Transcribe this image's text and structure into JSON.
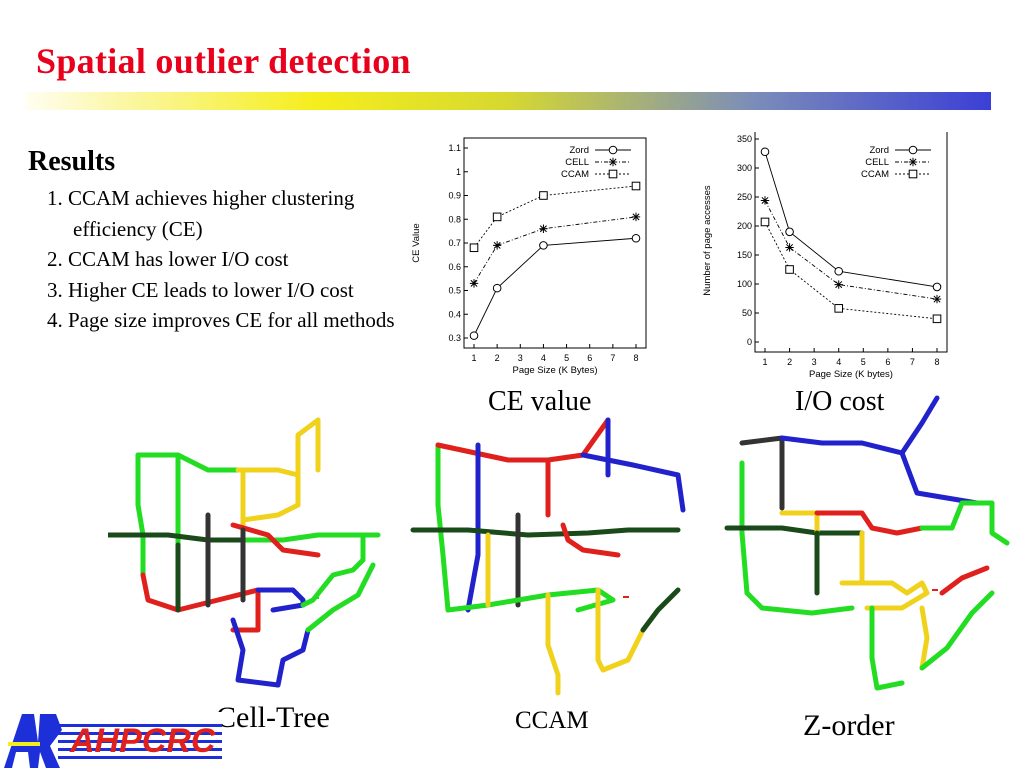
{
  "slide": {
    "title": "Spatial outlier detection",
    "results_heading": "Results",
    "results": [
      "1. CCAM achieves higher clustering efficiency (CE)",
      "2. CCAM has lower I/O cost",
      "3. Higher CE leads to lower I/O cost",
      "4. Page size improves CE for all methods"
    ],
    "captions": {
      "ce": "CE value",
      "io": "I/O cost",
      "cell_tree": "Cell-Tree",
      "ccam": "CCAM",
      "z_order": "Z-order"
    },
    "logo_text": "AHPCRC",
    "colors": {
      "title": "#e8001c",
      "green": "#22dd22",
      "yellow": "#f0d21c",
      "red": "#e0201c",
      "blue": "#2222cc",
      "black": "#333333",
      "logo_blue": "#1d2fd8"
    }
  },
  "chart_data": [
    {
      "type": "line",
      "xlabel": "Page Size (K Bytes)",
      "ylabel": "CE Value",
      "xlim": [
        1,
        8
      ],
      "ylim": [
        0.3,
        1.1
      ],
      "xticks": [
        1,
        2,
        3,
        4,
        5,
        6,
        7,
        8
      ],
      "yticks": [
        0.3,
        0.4,
        0.5,
        0.6,
        0.7,
        0.8,
        0.9,
        1,
        1.1
      ],
      "legend": "top-right",
      "series": [
        {
          "name": "Zord",
          "marker": "circle",
          "dash": "solid",
          "x": [
            1,
            2,
            4,
            8
          ],
          "values": [
            0.31,
            0.51,
            0.69,
            0.72
          ]
        },
        {
          "name": "CELL",
          "marker": "star",
          "dash": "dashdot",
          "x": [
            1,
            2,
            4,
            8
          ],
          "values": [
            0.53,
            0.69,
            0.76,
            0.81
          ]
        },
        {
          "name": "CCAM",
          "marker": "square",
          "dash": "dotted",
          "x": [
            1,
            2,
            4,
            8
          ],
          "values": [
            0.68,
            0.81,
            0.9,
            0.94
          ]
        }
      ]
    },
    {
      "type": "line",
      "xlabel": "Page Size (K bytes)",
      "ylabel": "Number of page accesses",
      "xlim": [
        1,
        8
      ],
      "ylim": [
        0,
        350
      ],
      "xticks": [
        1,
        2,
        3,
        4,
        5,
        6,
        7,
        8
      ],
      "yticks": [
        0,
        50,
        100,
        150,
        200,
        250,
        300,
        350
      ],
      "legend": "top-right",
      "series": [
        {
          "name": "Zord",
          "marker": "circle",
          "dash": "solid",
          "x": [
            1,
            2,
            4,
            8
          ],
          "values": [
            328,
            190,
            122,
            95
          ]
        },
        {
          "name": "CELL",
          "marker": "star",
          "dash": "dashdot",
          "x": [
            1,
            2,
            4,
            8
          ],
          "values": [
            244,
            163,
            99,
            74
          ]
        },
        {
          "name": "CCAM",
          "marker": "square",
          "dash": "dotted",
          "x": [
            1,
            2,
            4,
            8
          ],
          "values": [
            207,
            125,
            58,
            40
          ]
        }
      ]
    }
  ]
}
